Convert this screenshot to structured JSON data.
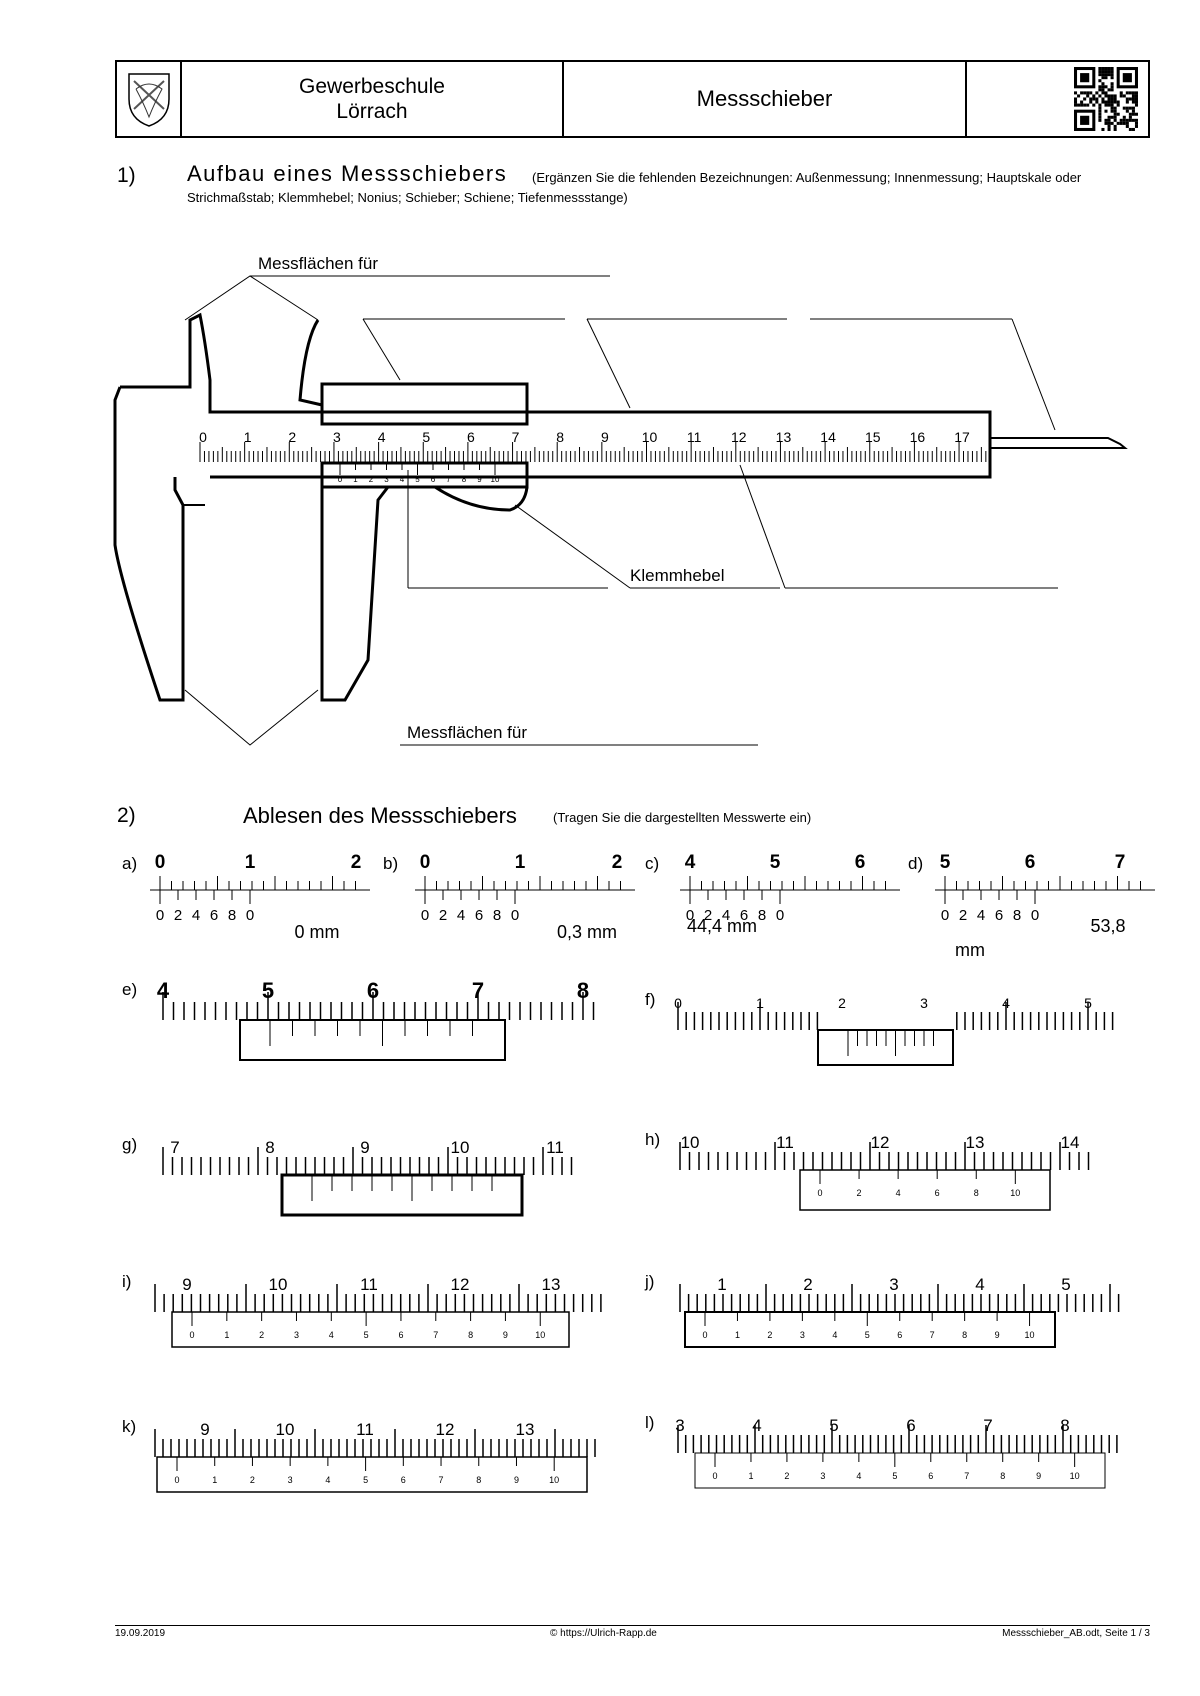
{
  "header": {
    "school_line1": "Gewerbeschule",
    "school_line2": "Lörrach",
    "title": "Messschieber"
  },
  "section1": {
    "number": "1)",
    "title": "Aufbau eines Messschiebers",
    "instruction": "(Ergänzen Sie die fehlenden Bezeichnungen:  Außenmessung;  Innenmessung; Hauptskale oder Strichmaßstab; Klemmhebel; Nonius; Schieber; Schiene; Tiefenmessstange)",
    "label_top": "Messflächen für",
    "label_bottom": "Messflächen für",
    "label_clamp": "Klemmhebel",
    "main_scale_numbers": [
      "0",
      "1",
      "2",
      "3",
      "4",
      "5",
      "6",
      "7",
      "8",
      "9",
      "10",
      "11",
      "12",
      "13",
      "14",
      "15",
      "16",
      "17"
    ],
    "vernier_numbers": [
      "0",
      "1",
      "2",
      "3",
      "4",
      "5",
      "6",
      "7",
      "8",
      "9",
      "10"
    ]
  },
  "section2": {
    "number": "2)",
    "title": "Ablesen des Messschiebers",
    "instruction": "(Tragen Sie die dargestellten Messwerte ein)",
    "exercises": [
      {
        "label": "a)",
        "main": [
          "0",
          "1",
          "2"
        ],
        "vernier": [
          "0",
          "2",
          "4",
          "6",
          "8",
          "0"
        ],
        "answer": "0 mm"
      },
      {
        "label": "b)",
        "main": [
          "0",
          "1",
          "2"
        ],
        "vernier": [
          "0",
          "2",
          "4",
          "6",
          "8",
          "0"
        ],
        "answer": "0,3 mm"
      },
      {
        "label": "c)",
        "main": [
          "4",
          "5",
          "6"
        ],
        "vernier": [
          "0",
          "2",
          "4",
          "6",
          "8",
          "0"
        ],
        "answer": "44,4 mm"
      },
      {
        "label": "d)",
        "main": [
          "5",
          "6",
          "7"
        ],
        "vernier": [
          "0",
          "2",
          "4",
          "6",
          "8",
          "0"
        ],
        "answer": "53,8",
        "unit": "mm"
      },
      {
        "label": "e)",
        "main": [
          "4",
          "5",
          "6",
          "7",
          "8"
        ]
      },
      {
        "label": "f)",
        "main": [
          "0",
          "1",
          "2",
          "3",
          "4",
          "5"
        ]
      },
      {
        "label": "g)",
        "main": [
          "7",
          "8",
          "9",
          "10",
          "11"
        ]
      },
      {
        "label": "h)",
        "main": [
          "10",
          "11",
          "12",
          "13",
          "14"
        ],
        "vernier": [
          "0",
          "2",
          "4",
          "6",
          "8",
          "10"
        ]
      },
      {
        "label": "i)",
        "main": [
          "9",
          "10",
          "11",
          "12",
          "13"
        ],
        "vernier": [
          "0",
          "1",
          "2",
          "3",
          "4",
          "5",
          "6",
          "7",
          "8",
          "9",
          "10"
        ]
      },
      {
        "label": "j)",
        "main": [
          "1",
          "2",
          "3",
          "4",
          "5"
        ],
        "vernier": [
          "0",
          "1",
          "2",
          "3",
          "4",
          "5",
          "6",
          "7",
          "8",
          "9",
          "10"
        ]
      },
      {
        "label": "k)",
        "main": [
          "9",
          "10",
          "11",
          "12",
          "13"
        ],
        "vernier": [
          "0",
          "1",
          "2",
          "3",
          "4",
          "5",
          "6",
          "7",
          "8",
          "9",
          "10"
        ]
      },
      {
        "label": "l)",
        "main": [
          "3",
          "4",
          "5",
          "6",
          "7",
          "8"
        ],
        "vernier": [
          "0",
          "1",
          "2",
          "3",
          "4",
          "5",
          "6",
          "7",
          "8",
          "9",
          "10"
        ]
      }
    ]
  },
  "footer": {
    "date": "19.09.2019",
    "copyright": "© https://Ulrich-Rapp.de",
    "file": "Messschieber_AB.odt, Seite 1 / 3"
  }
}
